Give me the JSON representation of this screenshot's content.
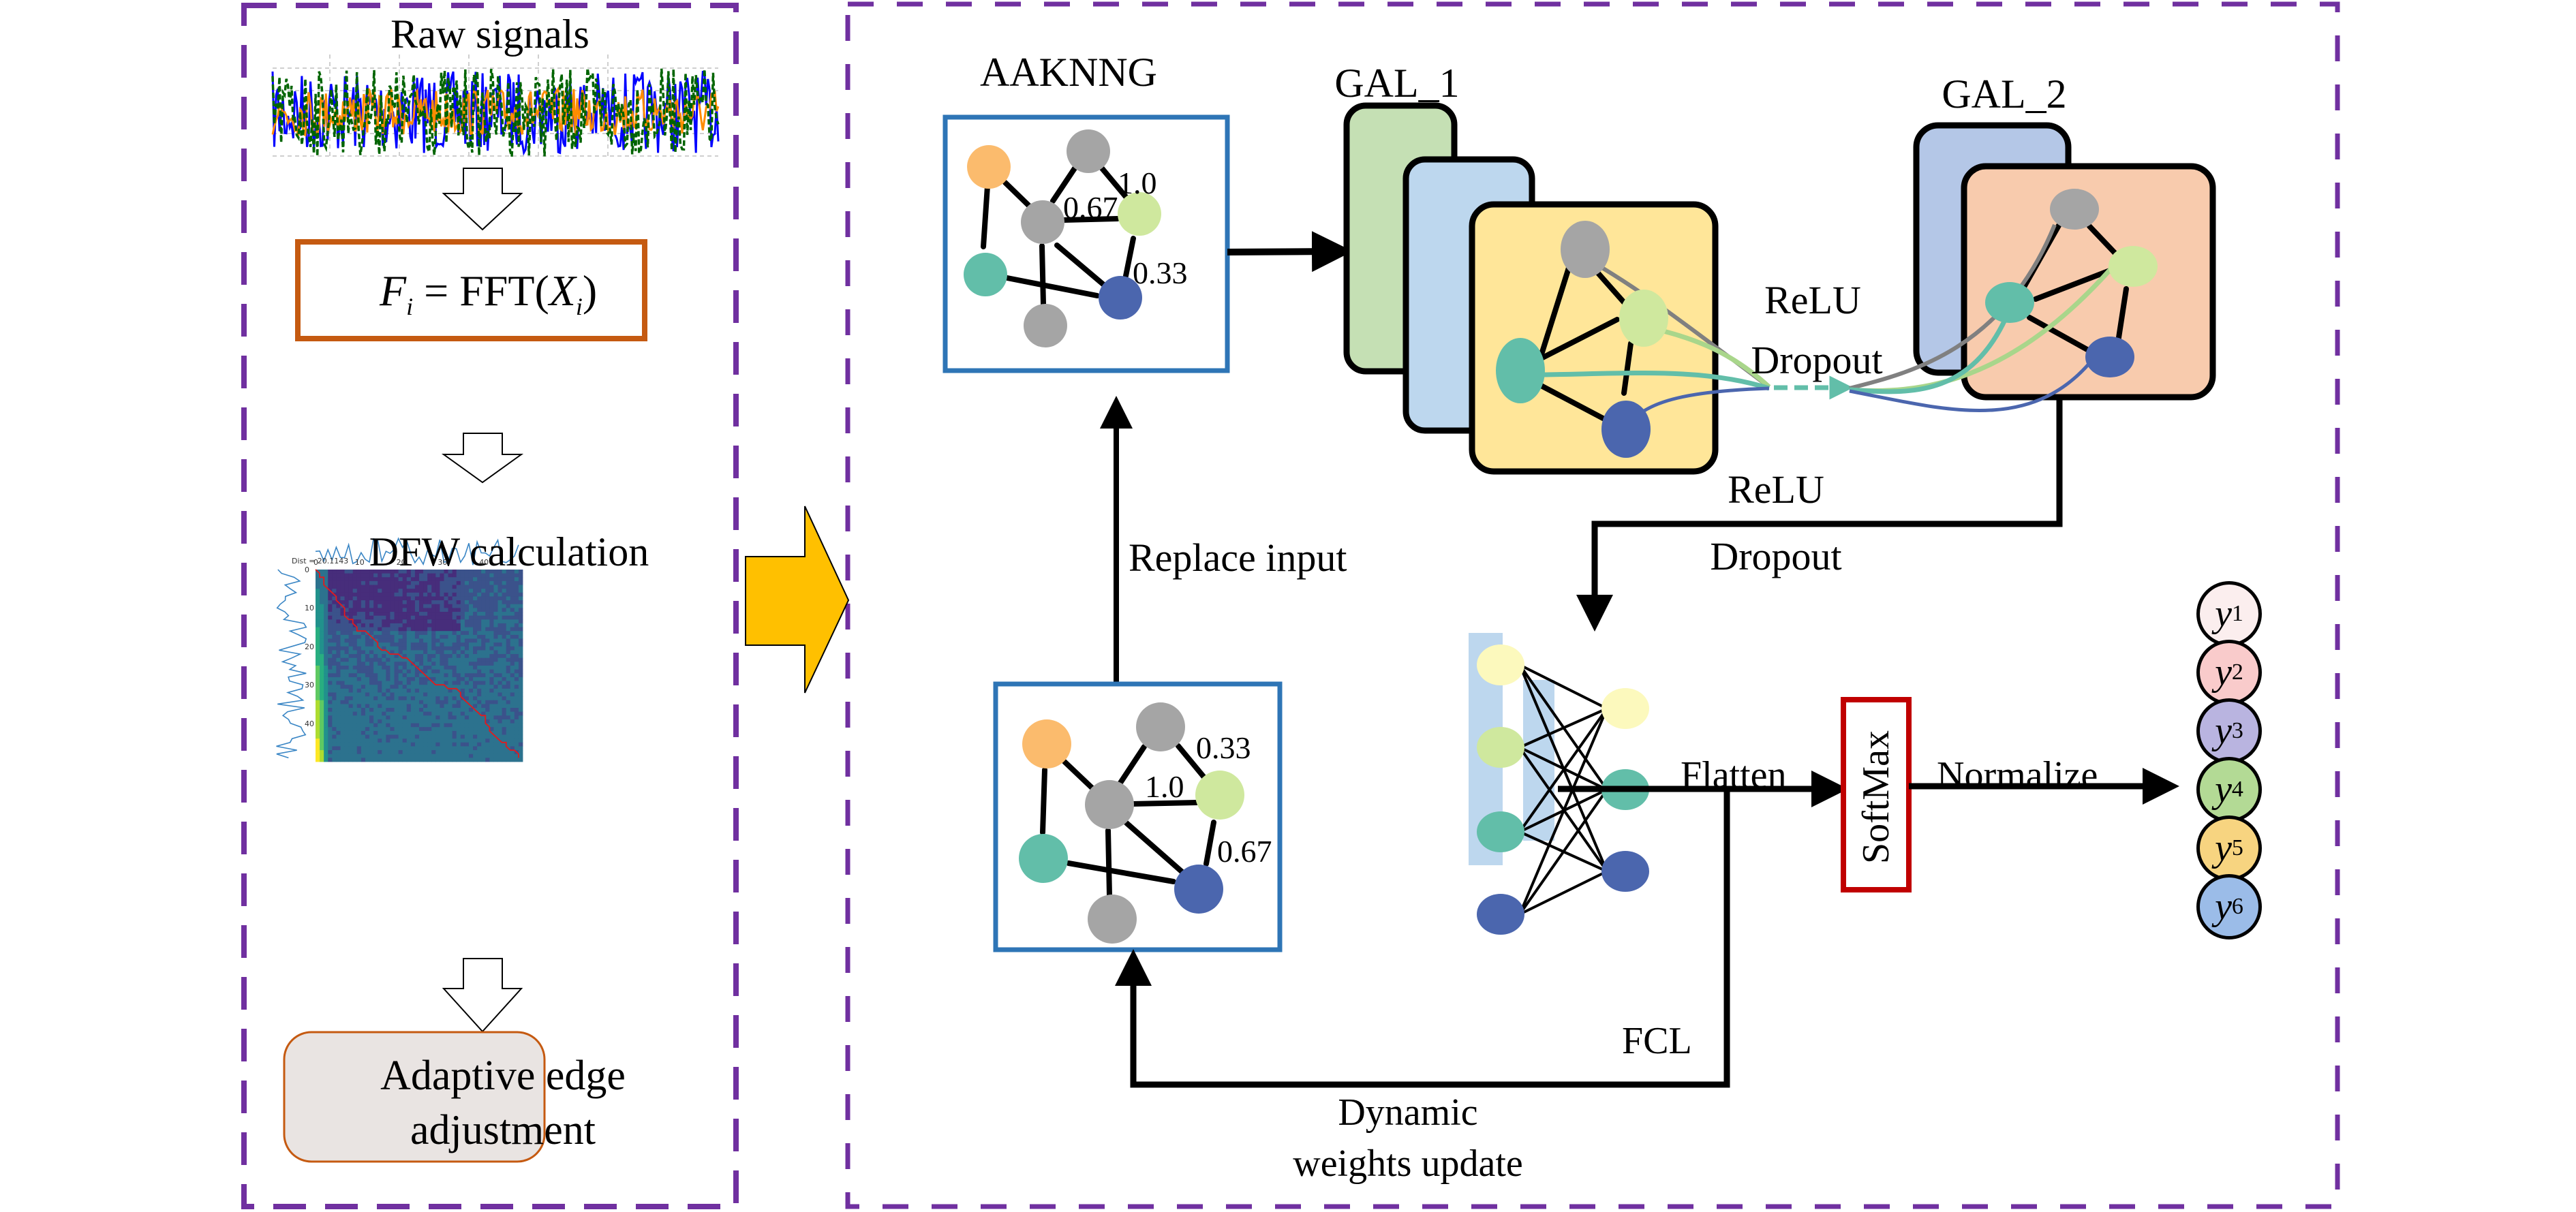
{
  "left_panel": {
    "raw_signals_title": "Raw signals",
    "fft_formula": {
      "lhs": "F",
      "lhs_sub": "i",
      "equals": "=",
      "func": "FFT(",
      "arg": "X",
      "arg_sub": "i",
      "close": ")"
    },
    "dfw_title": "DFW calculation",
    "dfw_plot": {
      "dist_label": "Dist = 20.1143",
      "x_ticks": [
        "0",
        "10",
        "20",
        "30",
        "40"
      ],
      "y_ticks": [
        "0",
        "10",
        "20",
        "30",
        "40"
      ]
    },
    "adaptive_box": {
      "line1": "Adaptive edge",
      "line2": "adjustment"
    }
  },
  "right_panel": {
    "aakkng_title": "AAKNNG",
    "aakkng_weights": [
      "1.0",
      "0.67",
      "0.33"
    ],
    "lower_graph_weights": [
      "0.33",
      "1.0",
      "0.67"
    ],
    "gal1_title": "GAL_1",
    "gal2_title": "GAL_2",
    "relu_dropout_mid": {
      "line1": "ReLU",
      "line2": "Dropout"
    },
    "relu_dropout_lower": {
      "line1": "ReLU",
      "line2": "Dropout"
    },
    "replace_input": "Replace input",
    "flatten": "Flatten",
    "softmax": "SoftMax",
    "normalize": "Normalize",
    "fcl": "FCL",
    "dynamic_update": {
      "line1": "Dynamic",
      "line2": "weights update"
    },
    "outputs": [
      {
        "symbol": "y",
        "sub": "1",
        "color": "#fbeeee"
      },
      {
        "symbol": "y",
        "sub": "2",
        "color": "#f9cbcb"
      },
      {
        "symbol": "y",
        "sub": "3",
        "color": "#b9b4e0"
      },
      {
        "symbol": "y",
        "sub": "4",
        "color": "#b3da95"
      },
      {
        "symbol": "y",
        "sub": "5",
        "color": "#f7d480"
      },
      {
        "symbol": "y",
        "sub": "6",
        "color": "#9bbce8"
      }
    ]
  },
  "colors": {
    "dashed_border": "#7030a0",
    "fft_box_border": "#c55a11",
    "adaptive_box_fill": "#e9e4e2",
    "graph_box_border": "#2e75b6",
    "transfer_arrow": "#ffc000",
    "softmax_border": "#c00000",
    "node_orange": "#fbbb6d",
    "node_gray": "#a5a5a5",
    "node_lightgreen": "#cfe89e",
    "node_teal": "#62bea9",
    "node_blue": "#4b66ae",
    "node_yellow": "#fcf9bd",
    "gal1_back": "#c5e0b4",
    "gal1_mid": "#bdd7ee",
    "gal1_front": "#ffe699",
    "gal2_back": "#b4c7e7",
    "gal2_front": "#f8cbad",
    "fcl_column": "#bdd7ee"
  }
}
